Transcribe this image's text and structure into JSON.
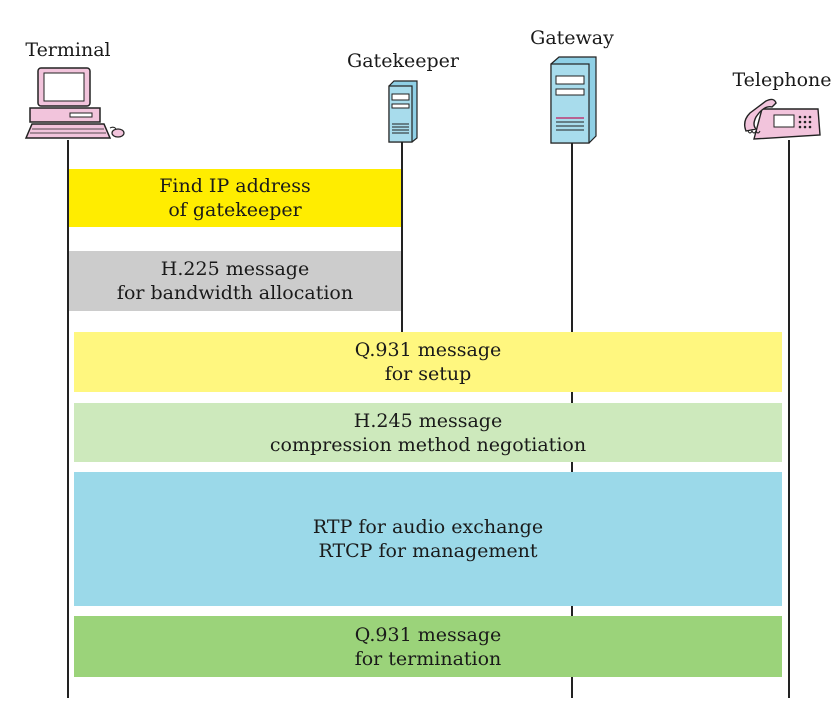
{
  "nodes": {
    "terminal": {
      "label": "Terminal",
      "icon": "computer-terminal-icon"
    },
    "gatekeeper": {
      "label": "Gatekeeper",
      "icon": "server-tower-icon"
    },
    "gateway": {
      "label": "Gateway",
      "icon": "server-tower-icon"
    },
    "telephone": {
      "label": "Telephone",
      "icon": "telephone-icon"
    }
  },
  "messages": [
    {
      "line1": "Find IP address",
      "line2": "of gatekeeper",
      "color": "#ffed00"
    },
    {
      "line1": "H.225 message",
      "line2": "for bandwidth allocation",
      "color": "#cccccc"
    },
    {
      "line1": "Q.931 message",
      "line2": "for setup",
      "color": "#fff77f"
    },
    {
      "line1": "H.245 message",
      "line2": "compression method negotiation",
      "color": "#cde9bc"
    },
    {
      "line1": "RTP for audio exchange",
      "line2": "RTCP for management",
      "color": "#9bd9e9"
    },
    {
      "line1": "Q.931 message",
      "line2": "for termination",
      "color": "#9bd37a"
    }
  ]
}
